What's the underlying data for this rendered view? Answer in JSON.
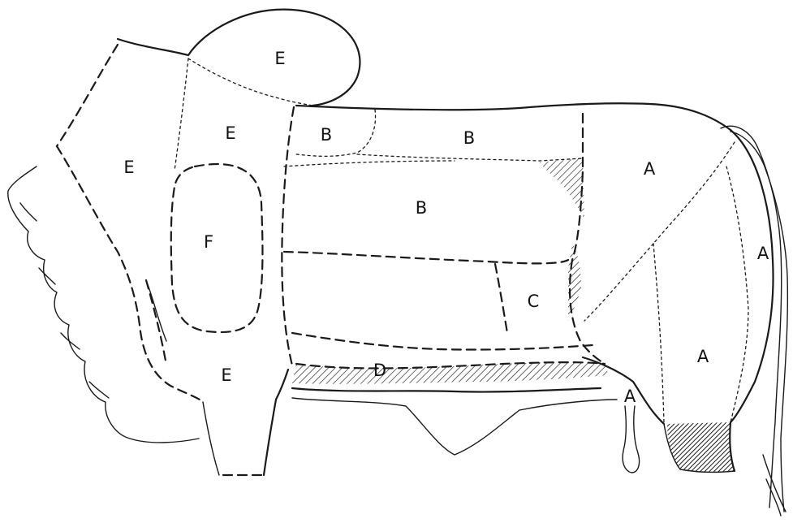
{
  "labels": {
    "e_hump": "E",
    "e_neck": "E",
    "e_dewlap": "E",
    "e_foreleg": "E",
    "f_shoulder": "F",
    "b_upper_small": "B",
    "b_upper": "B",
    "b_middle": "B",
    "d_belly": "D",
    "c_flank": "C",
    "a_rump_top": "A",
    "a_tail_edge": "A",
    "a_thigh_mid": "A",
    "a_thigh_low": "A"
  },
  "colors": {
    "ink": "#1a1a1a",
    "paper": "#ffffff"
  }
}
